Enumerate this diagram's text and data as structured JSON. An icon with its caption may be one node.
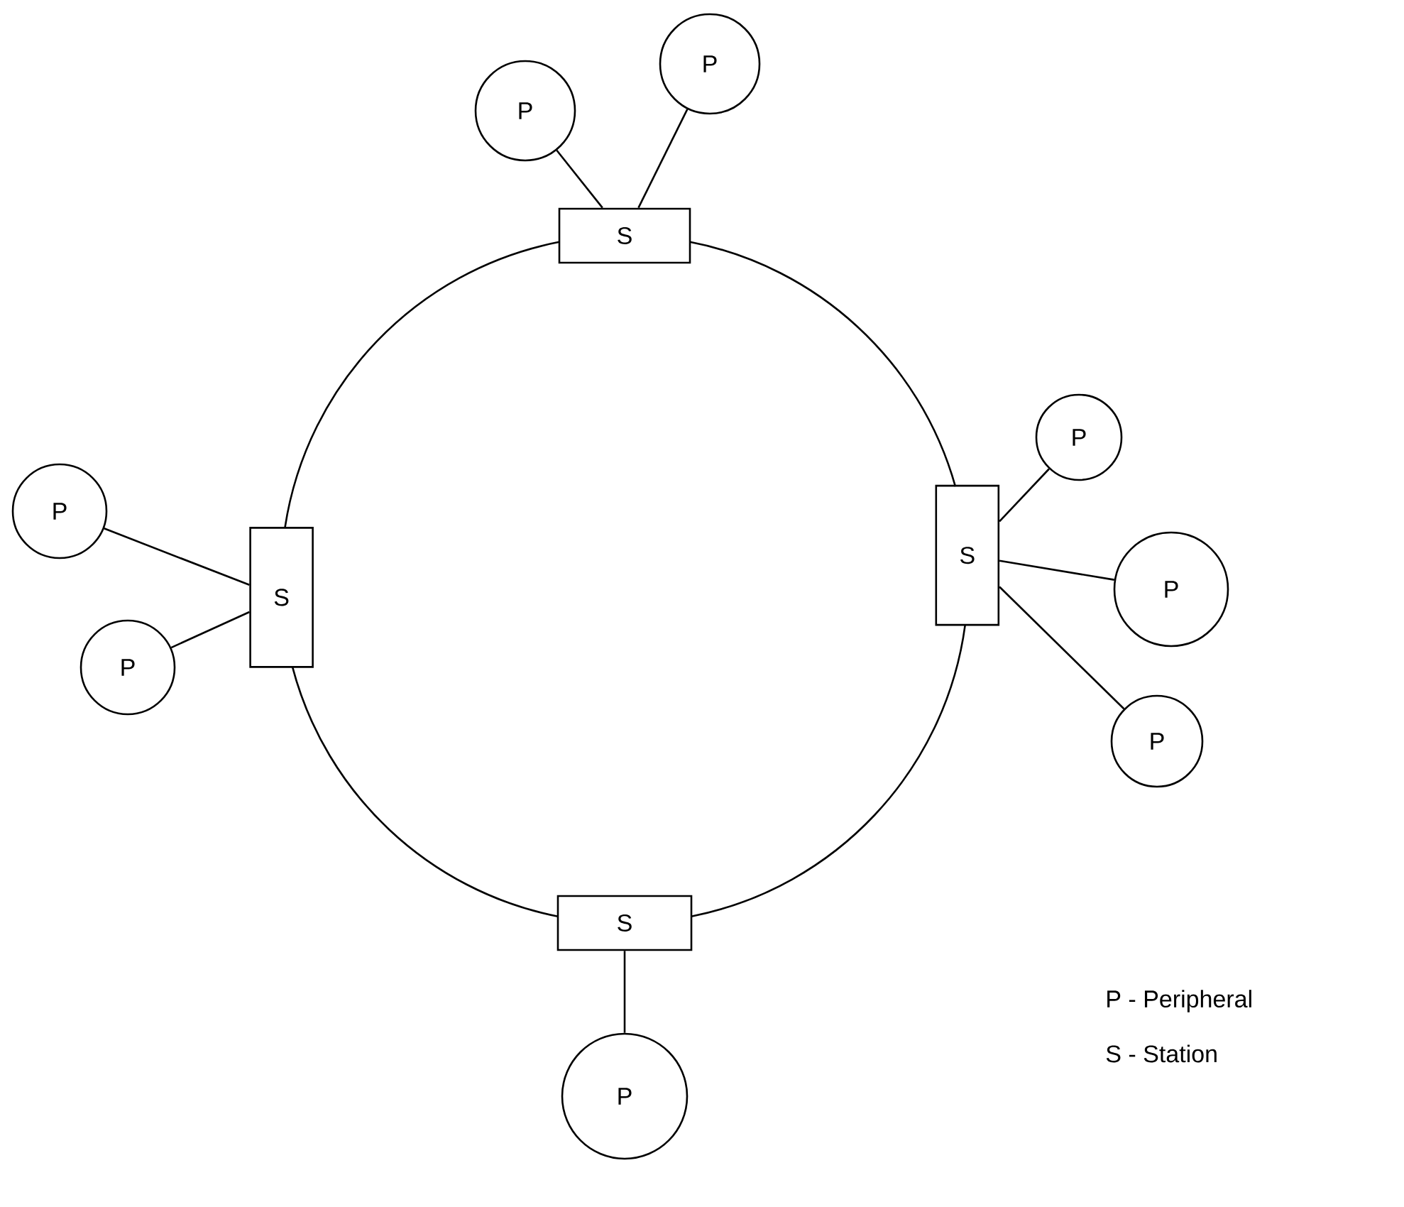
{
  "diagram": {
    "nodes": [
      {
        "text": [
          "P"
        ]
      },
      {
        "text": [
          "P"
        ]
      },
      {
        "text": [
          "S"
        ]
      },
      {
        "text": [
          "P"
        ]
      },
      {
        "text": [
          "P"
        ]
      },
      {
        "text": [
          "S"
        ]
      },
      {
        "text": [
          "S"
        ]
      },
      {
        "text": [
          "P"
        ]
      },
      {
        "text": [
          "P"
        ]
      },
      {
        "text": [
          "P"
        ]
      },
      {
        "text": [
          "S"
        ]
      },
      {
        "text": [
          "P"
        ]
      }
    ],
    "edges": [
      {
        "from": 2,
        "to": 0,
        "arrow": "none"
      },
      {
        "from": 2,
        "to": 1,
        "arrow": "none"
      },
      {
        "from": 6,
        "to": 3,
        "arrow": "none"
      },
      {
        "from": 5,
        "to": 4,
        "arrow": "none"
      },
      {
        "from": 6,
        "to": 7,
        "arrow": "none"
      },
      {
        "from": 5,
        "to": 8,
        "arrow": "none"
      },
      {
        "from": 6,
        "to": 9,
        "arrow": "none"
      },
      {
        "from": 10,
        "to": 11,
        "arrow": "none"
      },
      {
        "from": 2,
        "to": 6,
        "arrow": "none"
      },
      {
        "from": 6,
        "to": 10,
        "arrow": "none"
      },
      {
        "from": 10,
        "to": 5,
        "arrow": "none"
      },
      {
        "from": 5,
        "to": 2,
        "arrow": "none"
      }
    ],
    "labels": [
      "P - Peripheral",
      "S - Station"
    ]
  }
}
